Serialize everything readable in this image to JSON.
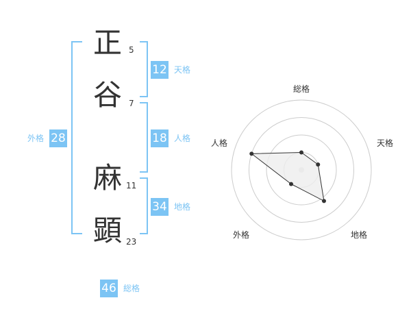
{
  "name": {
    "chars": [
      {
        "char": "正",
        "strokes": "5"
      },
      {
        "char": "谷",
        "strokes": "7"
      },
      {
        "char": "麻",
        "strokes": "11"
      },
      {
        "char": "顕",
        "strokes": "23"
      }
    ]
  },
  "fortunes": {
    "tenkaku": {
      "value": "12",
      "label": "天格"
    },
    "jinkaku": {
      "value": "18",
      "label": "人格"
    },
    "chikaku": {
      "value": "34",
      "label": "地格"
    },
    "gaikaku": {
      "value": "28",
      "label": "外格"
    },
    "soukaku": {
      "value": "46",
      "label": "総格"
    }
  },
  "radar": {
    "axes": [
      "総格",
      "天格",
      "地格",
      "外格",
      "人格"
    ],
    "values": [
      0.25,
      0.25,
      0.55,
      0.25,
      0.75
    ],
    "colors": {
      "ring": "#cccccc",
      "fill": "#eeeeee",
      "line": "#333333",
      "center": "#dddddd"
    }
  }
}
